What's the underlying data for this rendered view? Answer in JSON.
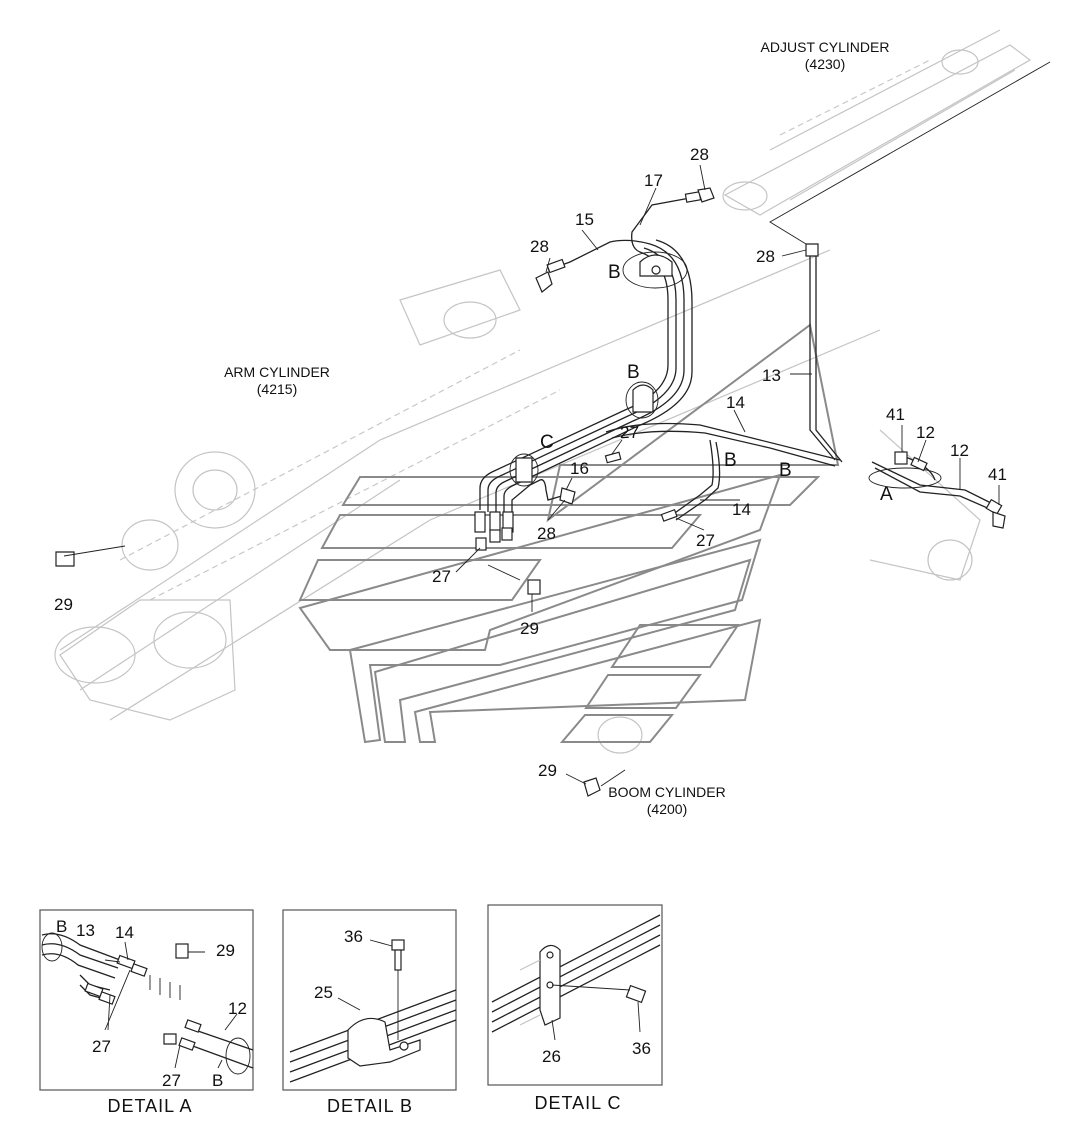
{
  "labels": {
    "adjust_cylinder": {
      "name": "ADJUST CYLINDER",
      "code": "(4230)"
    },
    "arm_cylinder": {
      "name": "ARM CYLINDER",
      "code": "(4215)"
    },
    "boom_cylinder": {
      "name": "BOOM CYLINDER",
      "code": "(4200)"
    }
  },
  "callouts": {
    "n28a": "28",
    "n17": "17",
    "n15": "15",
    "n28b": "28",
    "n28c": "28",
    "n13": "13",
    "n14a": "14",
    "n41a": "41",
    "n12a": "12",
    "n12b": "12",
    "n41b": "41",
    "n27a": "27",
    "n16": "16",
    "n14b": "14",
    "n28d": "28",
    "n27b": "27",
    "n27c": "27",
    "n29a": "29",
    "n29b": "29",
    "n29c": "29"
  },
  "letters": {
    "b1": "B",
    "b2": "B",
    "b3": "B",
    "b4": "B",
    "c": "C",
    "a": "A"
  },
  "details": {
    "a": {
      "title": "DETAIL  A",
      "callouts": {
        "b_top": "B",
        "n13": "13",
        "n14": "14",
        "n29": "29",
        "n12": "12",
        "n27a": "27",
        "n27b": "27",
        "b_bottom": "B"
      }
    },
    "b": {
      "title": "DETAIL  B",
      "callouts": {
        "n36": "36",
        "n25": "25"
      }
    },
    "c": {
      "title": "DETAIL  C",
      "callouts": {
        "n26": "26",
        "n36": "36"
      }
    }
  }
}
